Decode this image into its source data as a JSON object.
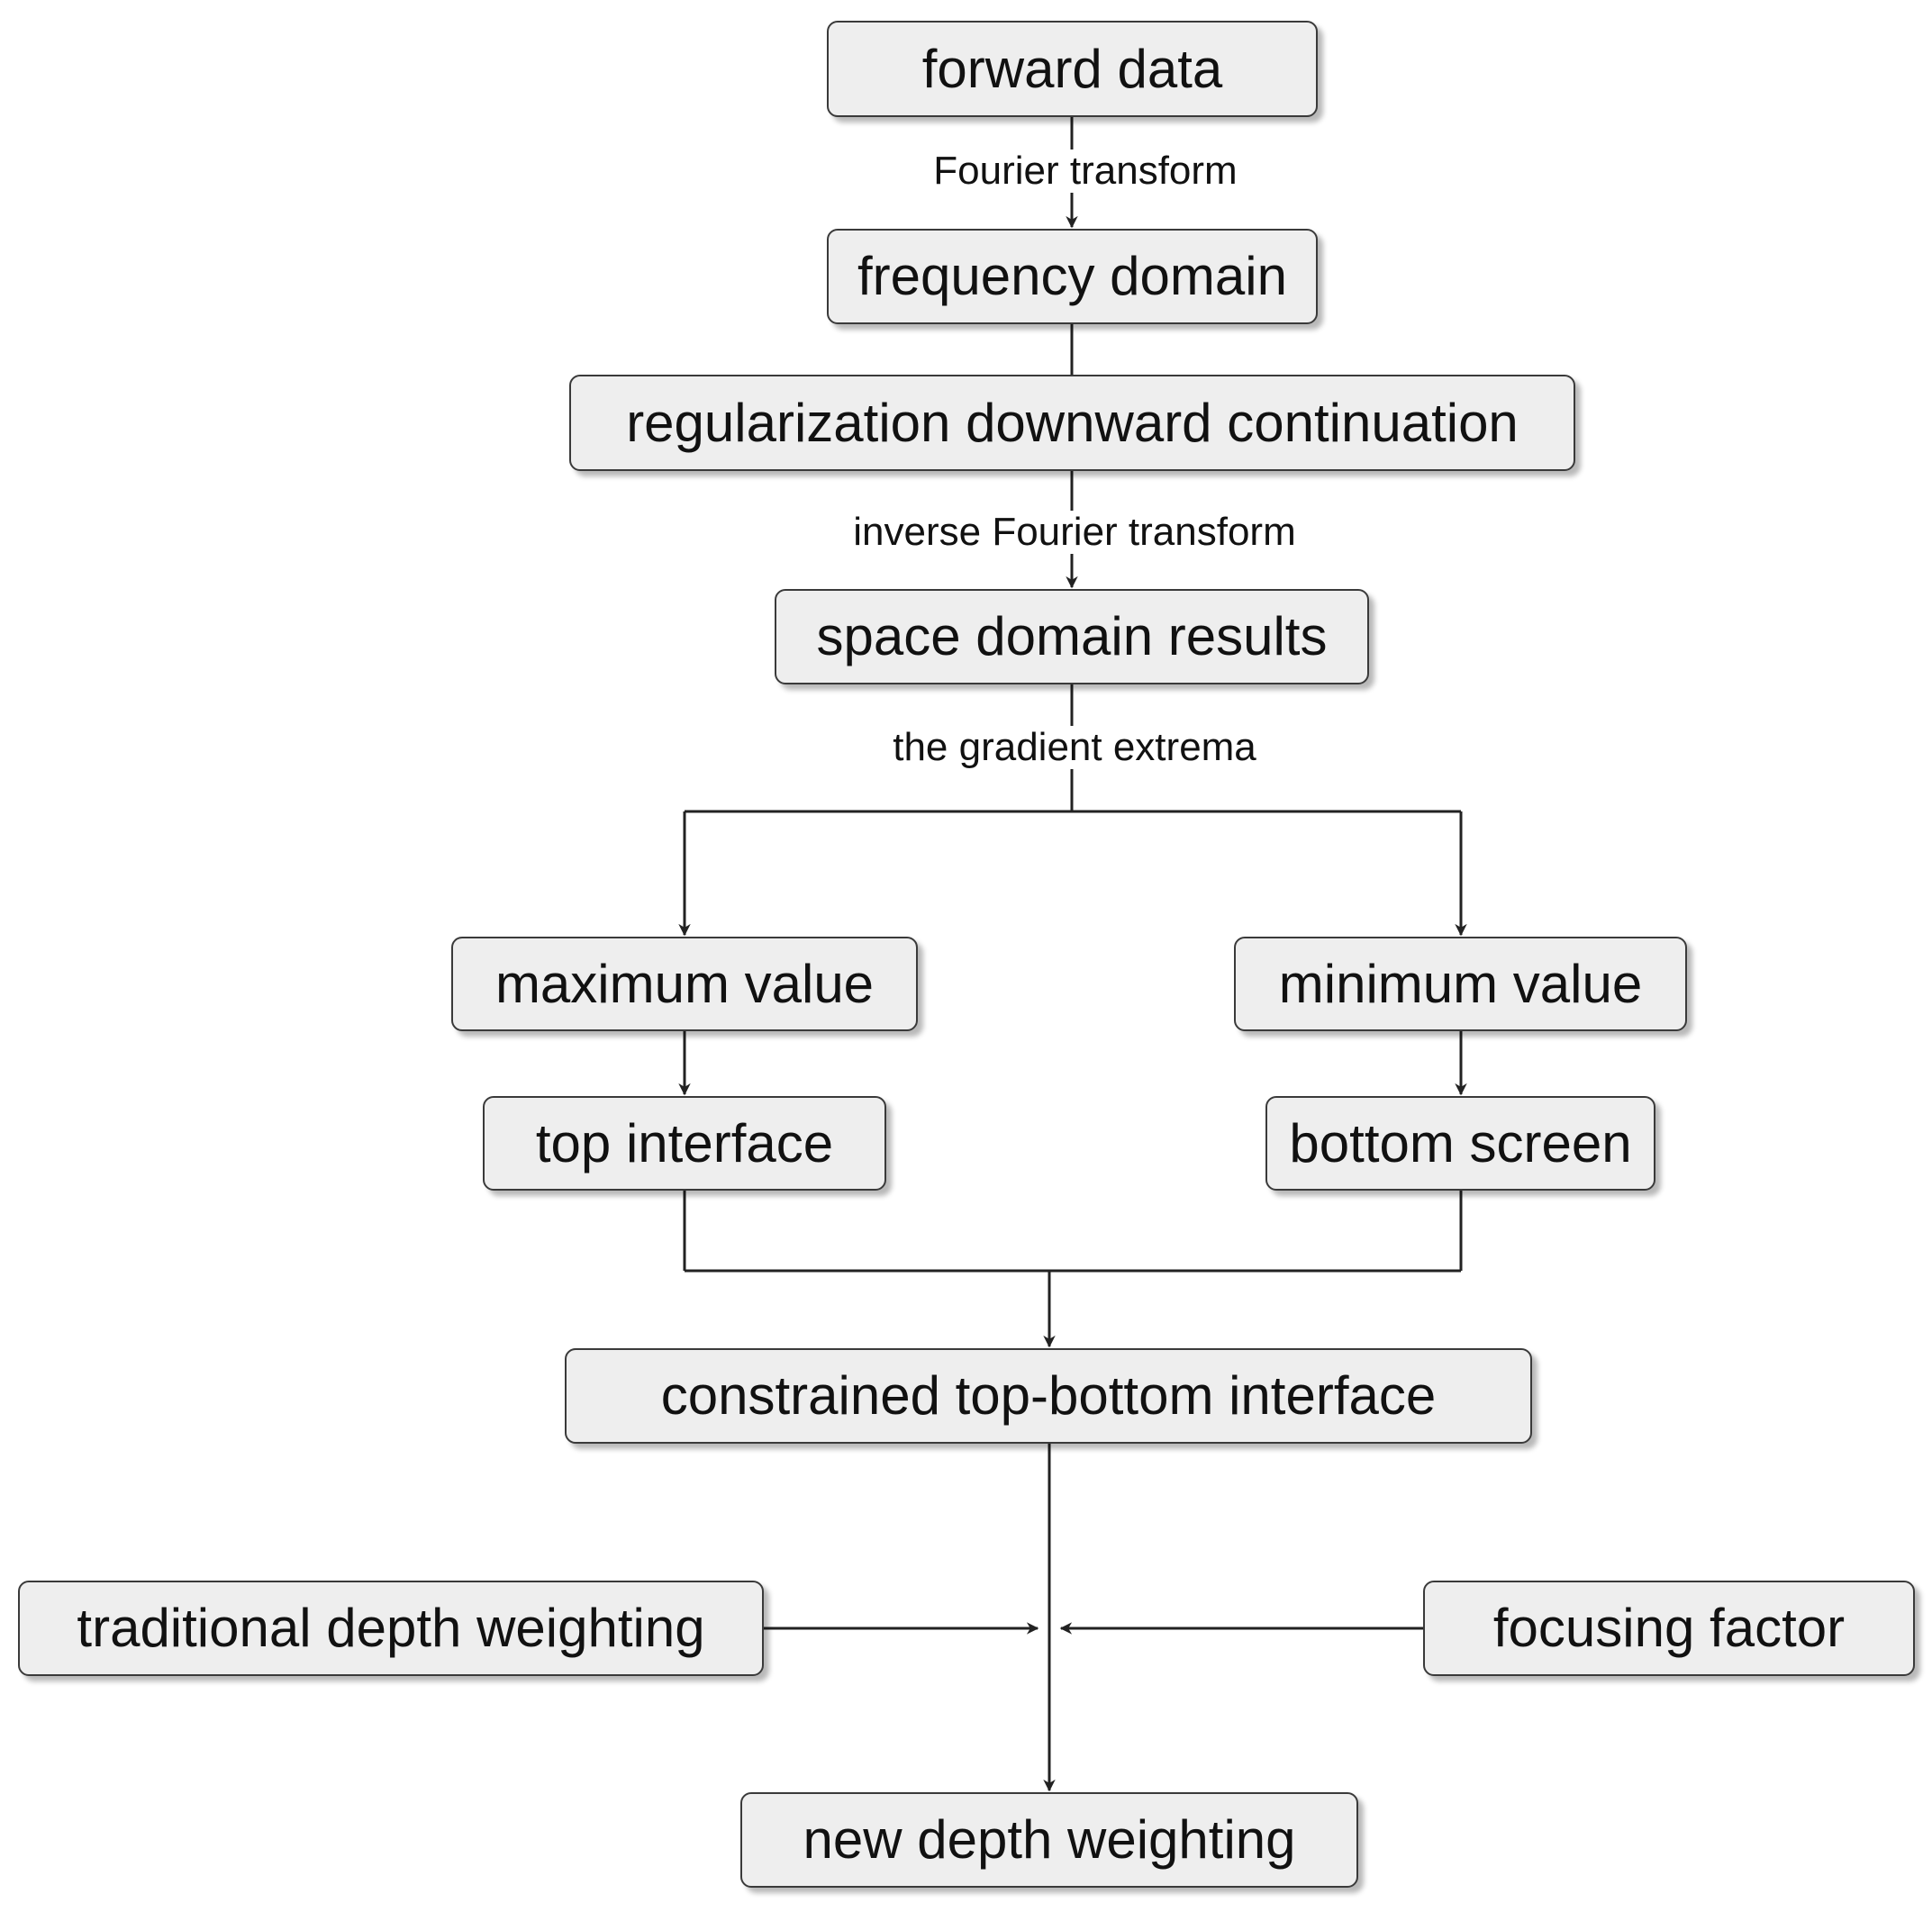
{
  "nodes": {
    "forward_data": "forward data",
    "frequency_domain": "frequency domain",
    "regularization": "regularization downward continuation",
    "space_domain": "space domain results",
    "maximum_value": "maximum value",
    "minimum_value": "minimum value",
    "top_interface": "top interface",
    "bottom_screen": "bottom screen",
    "constrained": "constrained top-bottom interface",
    "traditional": "traditional depth weighting",
    "focusing": "focusing factor",
    "new_depth": "new depth weighting"
  },
  "edge_labels": {
    "fourier": "Fourier transform",
    "inverse_fourier": "inverse Fourier transform",
    "gradient": "the gradient extrema"
  },
  "colors": {
    "node_fill": "#eeeeee",
    "node_border": "#3a3a3a",
    "line": "#222222"
  }
}
